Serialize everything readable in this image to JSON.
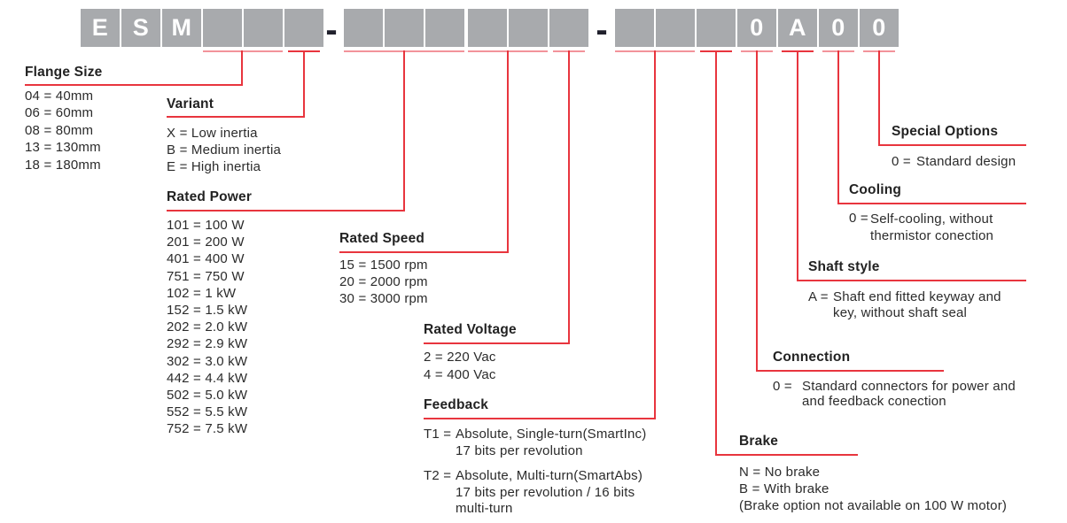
{
  "colors": {
    "accent_red": "#e8353e",
    "light_red": "#f2939a",
    "box_gray": "#a8aaad",
    "dash_dark": "#20202c",
    "text": "#2b2b2b"
  },
  "code": {
    "separator": "-",
    "boxes": [
      "E",
      "S",
      "M",
      "",
      "",
      "",
      "",
      "",
      "",
      "",
      "",
      "",
      "",
      "",
      "",
      "0",
      "A",
      "0",
      "0"
    ]
  },
  "sections": {
    "flange_size": {
      "title": "Flange Size",
      "items": [
        "04 = 40mm",
        "06 = 60mm",
        "08 = 80mm",
        "13 = 130mm",
        "18 = 180mm"
      ]
    },
    "variant": {
      "title": "Variant",
      "items": [
        "X = Low inertia",
        "B = Medium inertia",
        "E = High inertia"
      ]
    },
    "rated_power": {
      "title": "Rated Power",
      "items": [
        "101 = 100 W",
        "201 = 200 W",
        "401 = 400 W",
        "751 = 750 W",
        "102 = 1 kW",
        "152 = 1.5 kW",
        "202 = 2.0 kW",
        "292 = 2.9 kW",
        "302 = 3.0 kW",
        "442 = 4.4 kW",
        "502 = 5.0 kW",
        "552 = 5.5 kW",
        "752 = 7.5 kW"
      ]
    },
    "rated_speed": {
      "title": "Rated Speed",
      "items": [
        "15 = 1500 rpm",
        "20 = 2000 rpm",
        "30 = 3000 rpm"
      ]
    },
    "rated_voltage": {
      "title": "Rated Voltage",
      "items": [
        "2 = 220 Vac",
        "4 = 400 Vac"
      ]
    },
    "feedback": {
      "title": "Feedback",
      "options": [
        {
          "code": "T1 =",
          "lines": [
            "Absolute, Single-turn(SmartInc)",
            "17 bits per revolution"
          ]
        },
        {
          "code": "T2 =",
          "lines": [
            "Absolute, Multi-turn(SmartAbs)",
            "17 bits per revolution / 16 bits",
            "multi-turn"
          ]
        }
      ]
    },
    "brake": {
      "title": "Brake",
      "items": [
        "N = No brake",
        "B = With brake",
        "(Brake option not available on 100 W motor)"
      ]
    },
    "connection": {
      "title": "Connection",
      "option": {
        "code": "0 =",
        "lines": [
          "Standard connectors for power and",
          "and feedback conection"
        ]
      }
    },
    "shaft_style": {
      "title": "Shaft style",
      "option": {
        "code": "A =",
        "lines": [
          "Shaft end fitted keyway and",
          "key, without shaft seal"
        ]
      }
    },
    "cooling": {
      "title": "Cooling",
      "option": {
        "code": "0 =",
        "lines": [
          "Self-cooling, without",
          "thermistor conection"
        ]
      }
    },
    "special_options": {
      "title": "Special Options",
      "option": {
        "code": "0 =",
        "lines": [
          "Standard design"
        ]
      }
    }
  }
}
